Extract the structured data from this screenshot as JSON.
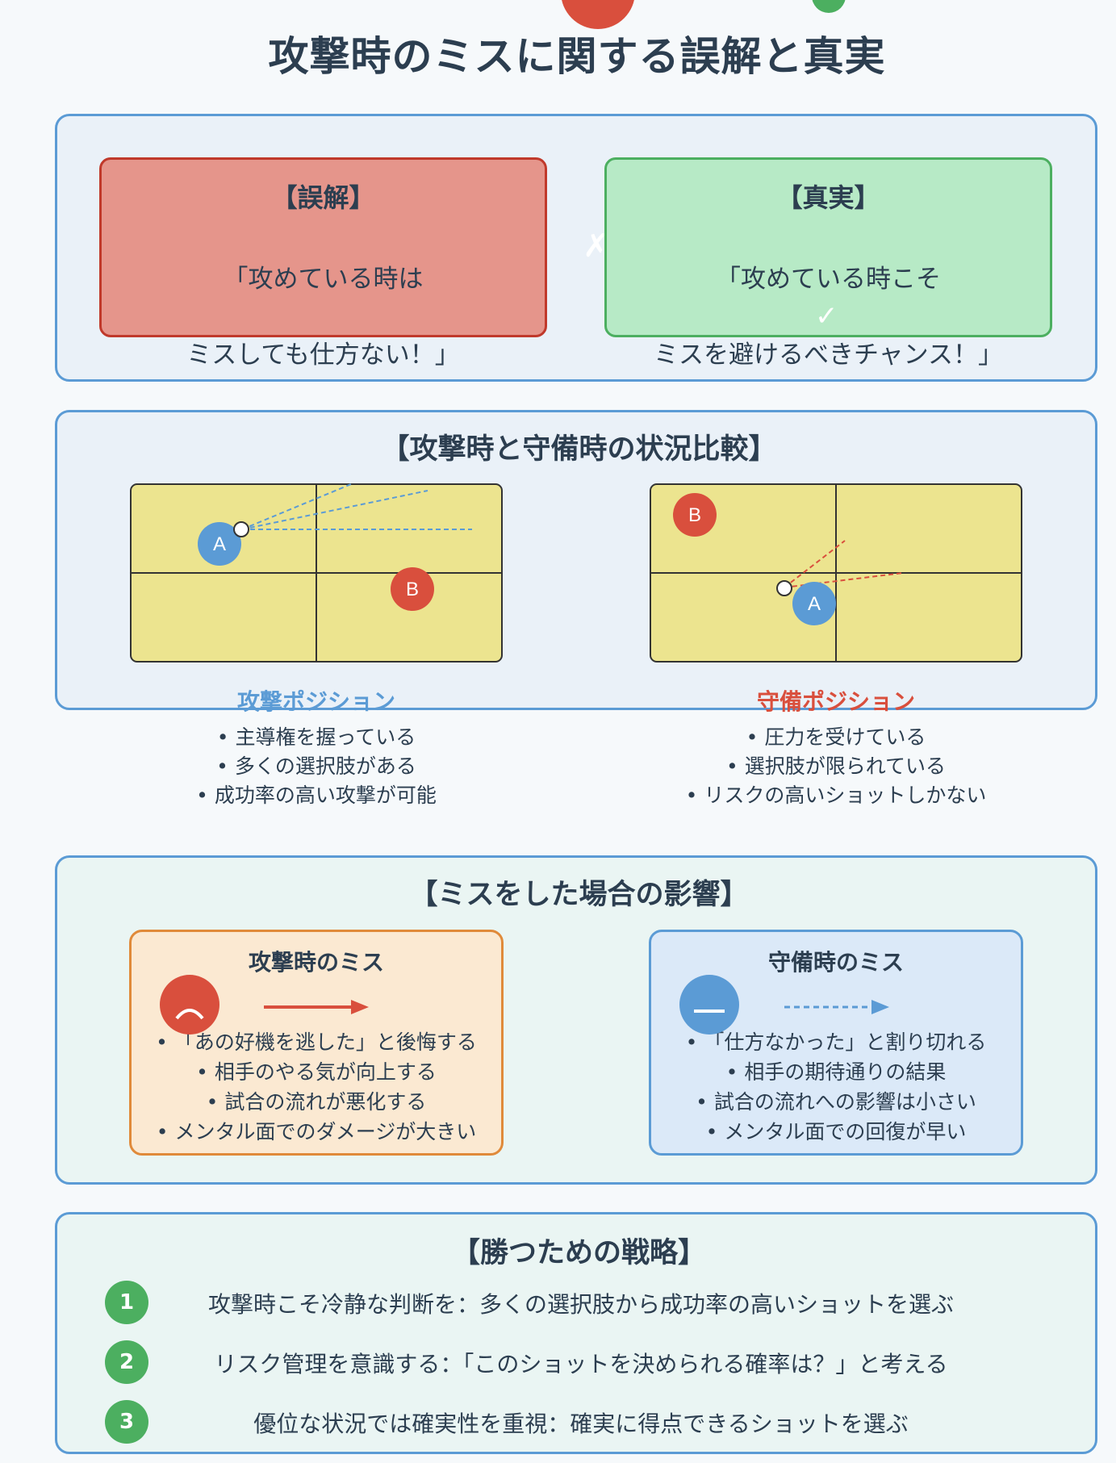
{
  "title": "攻撃時のミスに関する誤解と真実",
  "misconception": {
    "head": "【誤解】",
    "line1": "「攻めている時は",
    "line2": "ミスしても仕方ない！」",
    "cross": "✗"
  },
  "truth": {
    "head": "【真実】",
    "line1": "「攻めている時こそ",
    "line2": "ミスを避けるべきチャンス！」",
    "check": "✓"
  },
  "comparison": {
    "title": "【攻撃時と守備時の状況比較】",
    "attack": {
      "player_a": "A",
      "player_b": "B",
      "label": "攻撃ポジション",
      "label_color": "#5b9bd5",
      "bullets": [
        "主導権を握っている",
        "多くの選択肢がある",
        "成功率の高い攻撃が可能"
      ]
    },
    "defense": {
      "player_a": "A",
      "player_b": "B",
      "label": "守備ポジション",
      "label_color": "#d94f3d",
      "bullets": [
        "圧力を受けている",
        "選択肢が限られている",
        "リスクの高いショットしかない"
      ]
    }
  },
  "impact": {
    "title": "【ミスをした場合の影響】",
    "attack_miss": {
      "head": "攻撃時のミス",
      "face_icon": "sad-face-icon",
      "bullets": [
        "「あの好機を逃した」と後悔する",
        "相手のやる気が向上する",
        "試合の流れが悪化する",
        "メンタル面でのダメージが大きい"
      ]
    },
    "defense_miss": {
      "head": "守備時のミス",
      "face_icon": "neutral-face-icon",
      "bullets": [
        "「仕方なかった」と割り切れる",
        "相手の期待通りの結果",
        "試合の流れへの影響は小さい",
        "メンタル面での回復が早い"
      ]
    }
  },
  "strategy": {
    "title": "【勝つための戦略】",
    "steps": [
      {
        "num": "1",
        "text": "攻撃時こそ冷静な判断を：多くの選択肢から成功率の高いショットを選ぶ"
      },
      {
        "num": "2",
        "text": "リスク管理を意識する：「このショットを決められる確率は？」と考える"
      },
      {
        "num": "3",
        "text": "優位な状況では確実性を重視：確実に得点できるショットを選ぶ"
      }
    ]
  },
  "colors": {
    "red": "#d94f3d",
    "green": "#4caf60",
    "blue": "#5b9bd5",
    "court": "#ece48f",
    "orange": "#e08a3a"
  }
}
